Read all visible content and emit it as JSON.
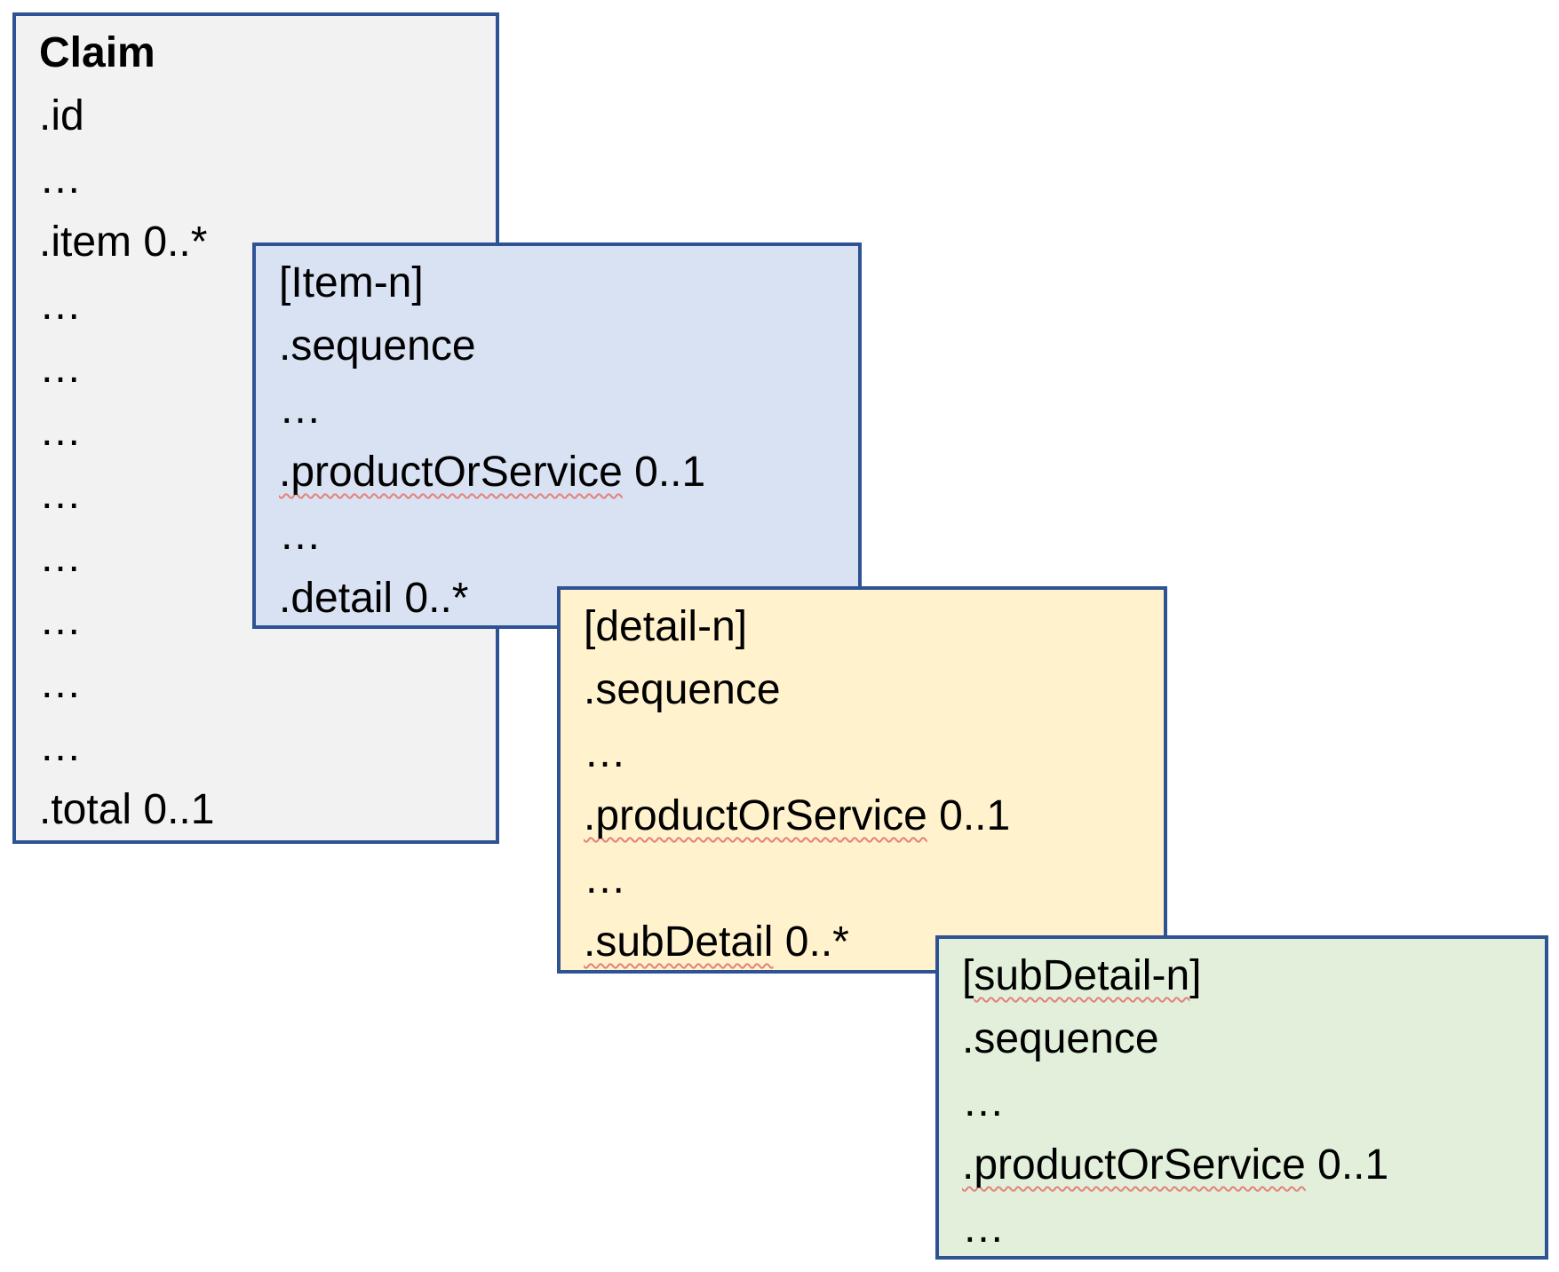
{
  "diagram": {
    "description": "Nested object boxes showing Claim resource with item, detail and subDetail levels",
    "colors": {
      "background": "#FFFFFF",
      "border": "#2E5394",
      "text": "#000000",
      "misspelling_underline": "#E4807A"
    },
    "boxes": [
      {
        "id": "claim",
        "title": "Claim",
        "fill": "#F2F2F2",
        "lines": [
          {
            "name": "box-title",
            "segments": [
              {
                "name": "claim-title",
                "text": "Claim",
                "bold": true
              }
            ]
          },
          {
            "name": "field-id",
            "segments": [
              {
                "text": ".id"
              }
            ]
          },
          {
            "name": "ellipsis-row",
            "segments": [
              {
                "text": "…"
              }
            ]
          },
          {
            "name": "field-item",
            "segments": [
              {
                "text": ".item 0..*"
              }
            ]
          },
          {
            "name": "ellipsis-row",
            "segments": [
              {
                "text": "…"
              }
            ]
          },
          {
            "name": "ellipsis-row",
            "segments": [
              {
                "text": "…"
              }
            ]
          },
          {
            "name": "ellipsis-row",
            "segments": [
              {
                "text": "…"
              }
            ]
          },
          {
            "name": "ellipsis-row",
            "segments": [
              {
                "text": "…"
              }
            ]
          },
          {
            "name": "ellipsis-row",
            "segments": [
              {
                "text": "…"
              }
            ]
          },
          {
            "name": "ellipsis-row",
            "segments": [
              {
                "text": "…"
              }
            ]
          },
          {
            "name": "ellipsis-row",
            "segments": [
              {
                "text": "…"
              }
            ]
          },
          {
            "name": "ellipsis-row",
            "segments": [
              {
                "text": "…"
              }
            ]
          },
          {
            "name": "field-total",
            "segments": [
              {
                "text": ".total 0..1"
              }
            ]
          }
        ]
      },
      {
        "id": "item",
        "title": "[Item-n]",
        "fill": "#D9E2F3",
        "lines": [
          {
            "name": "box-title",
            "segments": [
              {
                "name": "item-title",
                "text": "[Item-n]"
              }
            ]
          },
          {
            "name": "field-sequence",
            "segments": [
              {
                "text": ".sequence"
              }
            ]
          },
          {
            "name": "ellipsis-row",
            "segments": [
              {
                "text": "…"
              }
            ]
          },
          {
            "name": "field-productOrService",
            "segments": [
              {
                "text": ".productOrService",
                "misspelled": true
              },
              {
                "text": " 0..1"
              }
            ]
          },
          {
            "name": "ellipsis-row",
            "segments": [
              {
                "text": "…"
              }
            ]
          },
          {
            "name": "field-detail",
            "segments": [
              {
                "text": ".detail 0..*"
              }
            ]
          }
        ]
      },
      {
        "id": "detail",
        "title": "[detail-n]",
        "fill": "#FFF2CC",
        "lines": [
          {
            "name": "box-title",
            "segments": [
              {
                "name": "detail-title",
                "text": "[detail-n]"
              }
            ]
          },
          {
            "name": "field-sequence",
            "segments": [
              {
                "text": ".sequence"
              }
            ]
          },
          {
            "name": "ellipsis-row",
            "segments": [
              {
                "text": "…"
              }
            ]
          },
          {
            "name": "field-productOrService",
            "segments": [
              {
                "text": ".productOrService",
                "misspelled": true
              },
              {
                "text": " 0..1"
              }
            ]
          },
          {
            "name": "ellipsis-row",
            "segments": [
              {
                "text": "…"
              }
            ]
          },
          {
            "name": "field-subDetail",
            "segments": [
              {
                "text": ".subDetail",
                "misspelled": true
              },
              {
                "text": " 0..*"
              }
            ]
          }
        ]
      },
      {
        "id": "subdetail",
        "title": "[subDetail-n]",
        "fill": "#E2EFDA",
        "lines": [
          {
            "name": "box-title",
            "segments": [
              {
                "text": "["
              },
              {
                "name": "subdetail-title",
                "text": "subDetail-n",
                "misspelled": true
              },
              {
                "text": "]"
              }
            ]
          },
          {
            "name": "field-sequence",
            "segments": [
              {
                "text": ".sequence"
              }
            ]
          },
          {
            "name": "ellipsis-row",
            "segments": [
              {
                "text": "…"
              }
            ]
          },
          {
            "name": "field-productOrService",
            "segments": [
              {
                "text": ".productOrService",
                "misspelled": true
              },
              {
                "text": " 0..1"
              }
            ]
          },
          {
            "name": "ellipsis-row",
            "segments": [
              {
                "text": "…"
              }
            ]
          }
        ]
      }
    ]
  }
}
